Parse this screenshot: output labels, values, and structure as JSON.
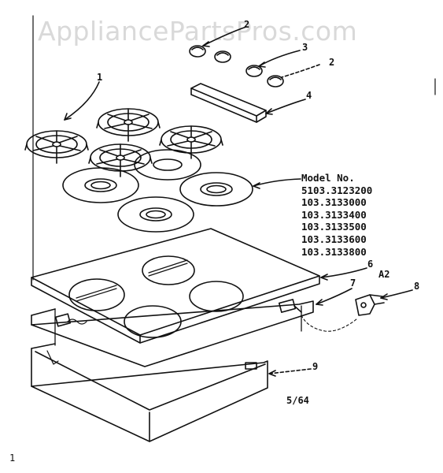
{
  "watermark": "AppliancePartsPros.com",
  "model_heading": "Model No.",
  "models": [
    "5103.3123200",
    "103.3133000",
    "103.3133400",
    "103.3133500",
    "103.3133600",
    "103.3133800"
  ],
  "callouts": {
    "c1": "1",
    "c2a": "2",
    "c3": "3",
    "c2b": "2",
    "c4": "4",
    "c6": "6",
    "c7": "7",
    "c8": "8",
    "c9": "9",
    "a2": "A2"
  },
  "page_code": "5/64",
  "corner_mark": "1"
}
